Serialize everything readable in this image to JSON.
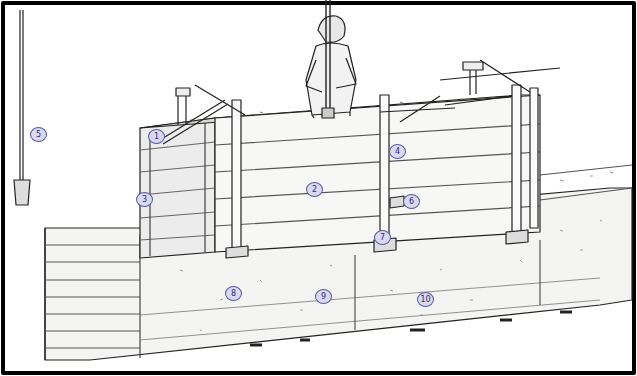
{
  "diagram": {
    "labels": [
      "1",
      "5",
      "3",
      "2",
      "4",
      "6",
      "7",
      "8",
      "9",
      "10"
    ]
  }
}
